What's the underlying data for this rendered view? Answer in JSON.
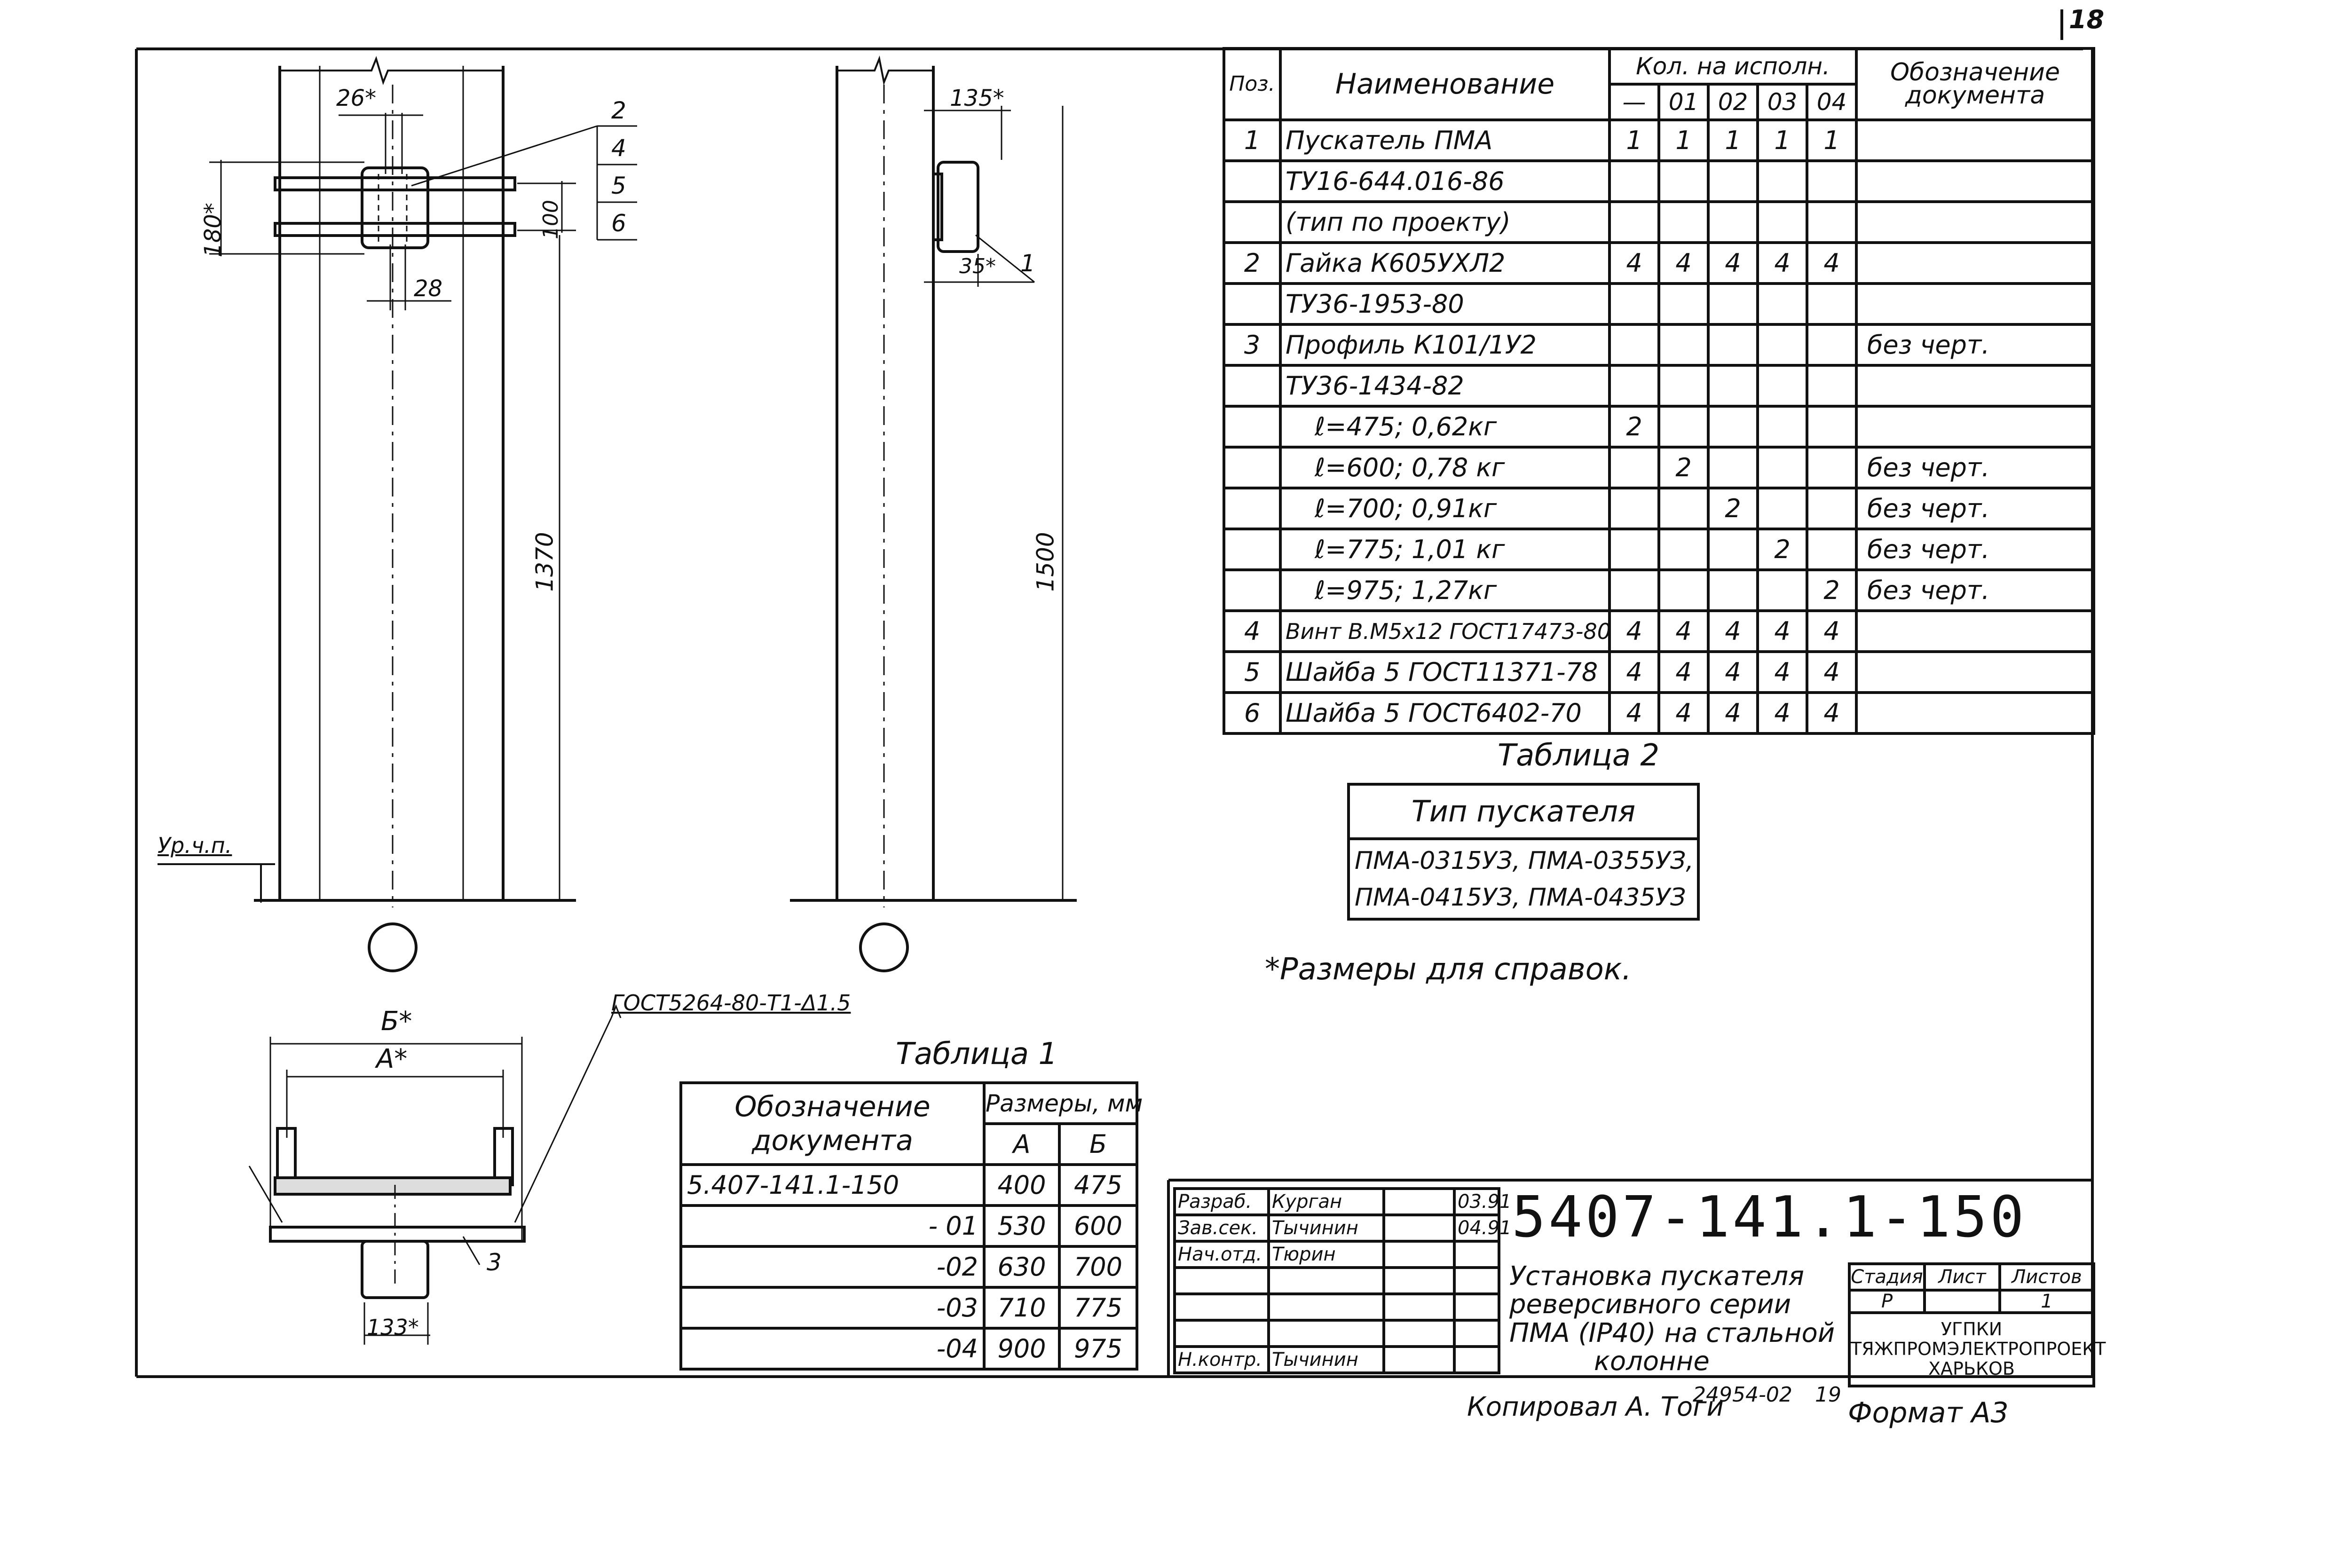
{
  "sheet_number": "18",
  "notes": {
    "reference_dims": "*Размеры для справок.",
    "ground_level": "Ур.ч.п.",
    "weld": "ГОСТ5264-80-Т1-Δ1.5",
    "copied_by": "Копировал А. Тоги",
    "inv_number": "24954-02",
    "inv_page": "19",
    "format": "Формат А3"
  },
  "dims": {
    "d26": "26*",
    "d180": "180*",
    "d100": "100",
    "d28": "28",
    "d1370": "1370",
    "d135": "135*",
    "d35": "35*",
    "d1500": "1500",
    "dB": "Б*",
    "dA": "А*",
    "d133": "133*"
  },
  "callouts": [
    "2",
    "4",
    "5",
    "6",
    "1",
    "3"
  ],
  "spec": {
    "headers": {
      "pos": "Поз.",
      "name": "Наименование",
      "qty": "Кол. на исполн.",
      "doc": "Обозначение документа"
    },
    "variants": [
      "—",
      "01",
      "02",
      "03",
      "04"
    ],
    "rows": [
      {
        "pos": "1",
        "name": "Пускатель ПМА",
        "q": [
          "1",
          "1",
          "1",
          "1",
          "1"
        ],
        "doc": ""
      },
      {
        "pos": "",
        "name": "ТУ16-644.016-86",
        "q": [
          "",
          "",
          "",
          "",
          ""
        ],
        "doc": ""
      },
      {
        "pos": "",
        "name": "(тип по проекту)",
        "q": [
          "",
          "",
          "",
          "",
          ""
        ],
        "doc": ""
      },
      {
        "pos": "2",
        "name": "Гайка К605УХЛ2",
        "q": [
          "4",
          "4",
          "4",
          "4",
          "4"
        ],
        "doc": ""
      },
      {
        "pos": "",
        "name": "ТУ36-1953-80",
        "q": [
          "",
          "",
          "",
          "",
          ""
        ],
        "doc": ""
      },
      {
        "pos": "3",
        "name": "Профиль К101/1У2",
        "q": [
          "",
          "",
          "",
          "",
          ""
        ],
        "doc": "без черт."
      },
      {
        "pos": "",
        "name": "ТУ36-1434-82",
        "q": [
          "",
          "",
          "",
          "",
          ""
        ],
        "doc": ""
      },
      {
        "pos": "",
        "name": "ℓ=475; 0,62кг",
        "q": [
          "2",
          "",
          "",
          "",
          ""
        ],
        "doc": ""
      },
      {
        "pos": "",
        "name": "ℓ=600; 0,78 кг",
        "q": [
          "",
          "2",
          "",
          "",
          ""
        ],
        "doc": "без черт."
      },
      {
        "pos": "",
        "name": "ℓ=700; 0,91кг",
        "q": [
          "",
          "",
          "2",
          "",
          ""
        ],
        "doc": "без черт."
      },
      {
        "pos": "",
        "name": "ℓ=775; 1,01 кг",
        "q": [
          "",
          "",
          "",
          "2",
          ""
        ],
        "doc": "без черт."
      },
      {
        "pos": "",
        "name": "ℓ=975; 1,27кг",
        "q": [
          "",
          "",
          "",
          "",
          "2"
        ],
        "doc": "без черт."
      },
      {
        "pos": "4",
        "name": "Винт В.М5х12 ГОСТ17473-80",
        "q": [
          "4",
          "4",
          "4",
          "4",
          "4"
        ],
        "doc": ""
      },
      {
        "pos": "5",
        "name": "Шайба 5 ГОСТ11371-78",
        "q": [
          "4",
          "4",
          "4",
          "4",
          "4"
        ],
        "doc": ""
      },
      {
        "pos": "6",
        "name": "Шайба 5 ГОСТ6402-70",
        "q": [
          "4",
          "4",
          "4",
          "4",
          "4"
        ],
        "doc": ""
      }
    ]
  },
  "table2": {
    "title": "Таблица 2",
    "header": "Тип пускателя",
    "lines": [
      "ПМА-0315УЗ, ПМА-0355УЗ,",
      "ПМА-0415УЗ, ПМА-0435УЗ"
    ]
  },
  "table1": {
    "title": "Таблица 1",
    "headers": {
      "doc": "Обозначение документа",
      "sizes": "Размеры, мм",
      "a": "А",
      "b": "Б"
    },
    "rows": [
      {
        "doc": "5.407-141.1-150",
        "a": "400",
        "b": "475"
      },
      {
        "doc": "- 01",
        "a": "530",
        "b": "600"
      },
      {
        "doc": "-02",
        "a": "630",
        "b": "700"
      },
      {
        "doc": "-03",
        "a": "710",
        "b": "775"
      },
      {
        "doc": "-04",
        "a": "900",
        "b": "975"
      }
    ]
  },
  "title_block": {
    "roles": [
      {
        "role": "Разраб.",
        "name": "Курган",
        "date": "03.91"
      },
      {
        "role": "Зав.сек.",
        "name": "Тычинин",
        "date": "04.91"
      },
      {
        "role": "Нач.отд.",
        "name": "Тюрин",
        "date": ""
      },
      {
        "role": "Н.контр.",
        "name": "Тычинин",
        "date": ""
      }
    ],
    "code": "5407-141.1-150",
    "title_lines": [
      "Установка пускателя",
      "реверсивного серии",
      "ПМА (IР40) на стальной",
      "колонне"
    ],
    "stage_label": "Стадия",
    "sheet_label": "Лист",
    "sheets_label": "Листов",
    "stage": "Р",
    "sheets": "1",
    "org": [
      "УГПКИ",
      "ТЯЖПРОМЭЛЕКТРОПРОЕКТ",
      "ХАРЬКОВ"
    ]
  }
}
